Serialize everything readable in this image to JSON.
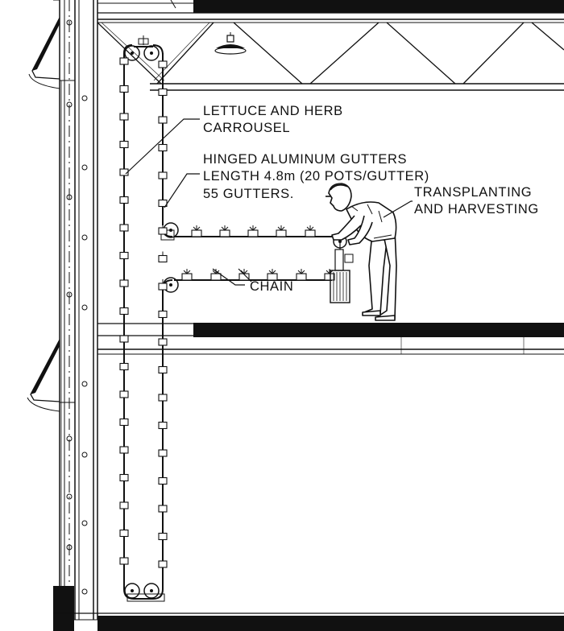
{
  "labels": {
    "carrousel_line1": "LETTUCE AND HERB",
    "carrousel_line2": "CARROUSEL",
    "gutters_line1": "HINGED ALUMINUM GUTTERS",
    "gutters_line2": "LENGTH 4.8m (20 POTS/GUTTER)",
    "gutters_line3": "55 GUTTERS.",
    "work_line1": "TRANSPLANTING",
    "work_line2": "AND HARVESTING",
    "chain": "CHAIN"
  },
  "colors": {
    "ink": "#111111",
    "paper": "#ffffff"
  },
  "icons": [
    "pot-icon",
    "sprocket-icon",
    "motor-icon",
    "worker-figure",
    "light-fixture-icon",
    "window-icon"
  ]
}
